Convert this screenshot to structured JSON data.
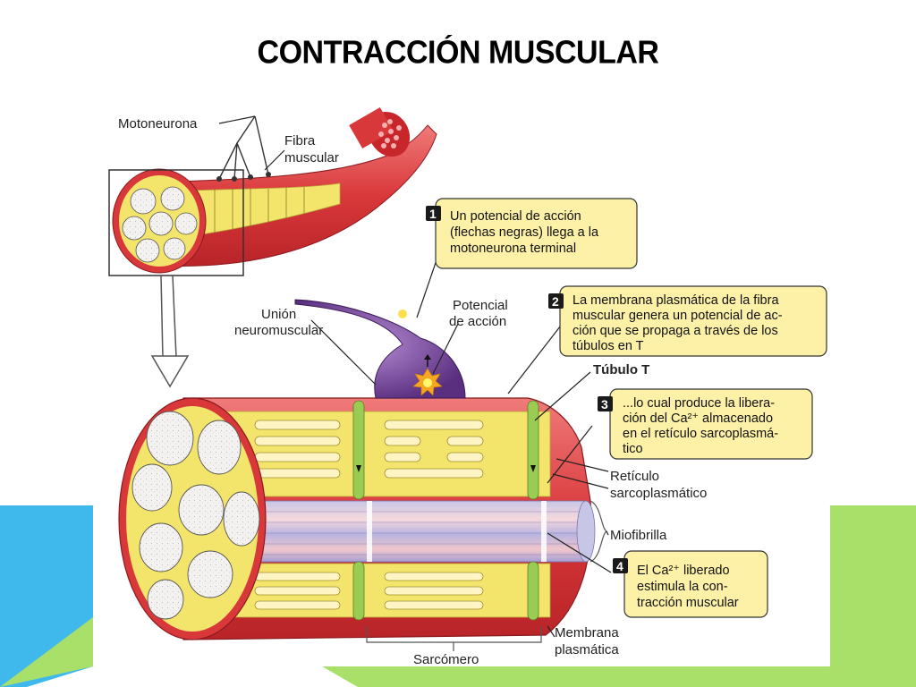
{
  "title": "CONTRACCIÓN MUSCULAR",
  "colors": {
    "accent_cyan": "#3fb8ec",
    "accent_green": "#a8e06a",
    "callout_fill": "#fdf1a8",
    "muscle_red": "#d9383a",
    "reticulum_yellow": "#f3e46b",
    "neuron_purple": "#6a3f8f"
  },
  "labels": {
    "motoneurona": "Motoneurona",
    "fibra_muscular_1": "Fibra",
    "fibra_muscular_2": "muscular",
    "union_1": "Unión",
    "union_2": "neuromuscular",
    "potencial_1": "Potencial",
    "potencial_2": "de acción",
    "tubulo_t": "Túbulo T",
    "reticulo_1": "Retículo",
    "reticulo_2": "sarcoplasmático",
    "miofibrilla": "Miofibrilla",
    "membrana_1": "Membrana",
    "membrana_2": "plasmática",
    "sarcomero": "Sarcómero"
  },
  "steps": [
    {
      "number": "1",
      "lines": [
        "Un potencial de acción",
        "(flechas negras) llega a la",
        "motoneurona terminal"
      ]
    },
    {
      "number": "2",
      "lines": [
        "La membrana plasmática de la fibra",
        "muscular genera un potencial de ac-",
        "ción que se propaga a través de los",
        "túbulos en T"
      ]
    },
    {
      "number": "3",
      "lines": [
        "...lo cual produce la libera-",
        "ción del Ca²⁺ almacenado",
        "en el retículo sarcoplasmá-",
        "tico"
      ]
    },
    {
      "number": "4",
      "lines": [
        "El Ca²⁺ liberado",
        "estimula la con-",
        "tracción muscular"
      ]
    }
  ]
}
